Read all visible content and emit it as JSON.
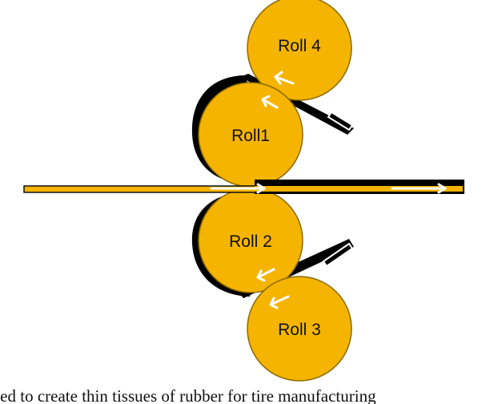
{
  "diagram": {
    "rolls": [
      {
        "id": "roll4",
        "label": "Roll 4"
      },
      {
        "id": "roll1",
        "label": "Roll1"
      },
      {
        "id": "roll2",
        "label": "Roll 2"
      },
      {
        "id": "roll3",
        "label": "Roll 3"
      }
    ]
  },
  "caption": "sed to create thin tissues of rubber for tire manufacturing",
  "colors": {
    "roll_fill": "#f5b400",
    "roll_stroke": "#8a6a00",
    "rubber_sheet": "#000000",
    "flow_arrow": "#ffffff"
  }
}
